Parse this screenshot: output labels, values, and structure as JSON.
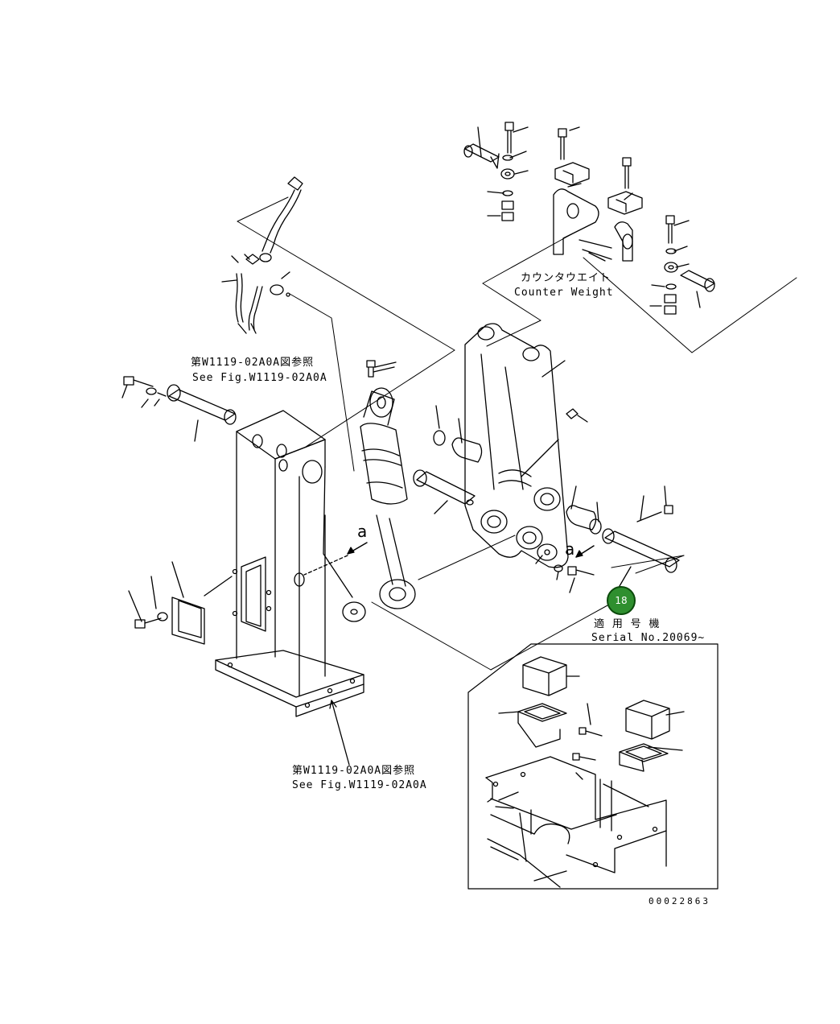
{
  "labels": {
    "counterweight_jp": "カウンタウエイト",
    "counterweight_en": "Counter Weight",
    "ref_top_jp": "第W1119-02A0A図参照",
    "ref_top_en": "See Fig.W1119-02A0A",
    "ref_bottom_jp": "第W1119-02A0A図参照",
    "ref_bottom_en": "See Fig.W1119-02A0A",
    "serial_jp": "適 用 号 機",
    "serial_en": "Serial No.20069~",
    "mark_a_left": "a",
    "mark_a_right": "a",
    "drawing_number": "00022863"
  },
  "callout": {
    "number": "18",
    "color": "#2f8f2f"
  },
  "style": {
    "line_color": "#000000",
    "background": "#ffffff"
  }
}
